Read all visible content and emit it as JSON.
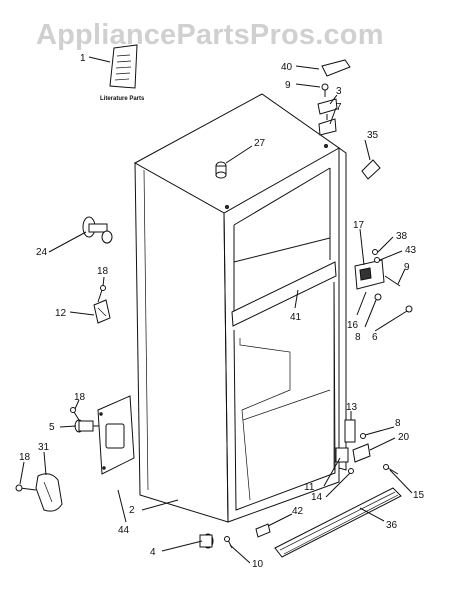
{
  "watermark": "AppliancePartsPros.com",
  "literature_caption": "Literature Parts",
  "callouts": [
    {
      "key": "c1",
      "label": "1"
    },
    {
      "key": "c40",
      "label": "40"
    },
    {
      "key": "c9a",
      "label": "9"
    },
    {
      "key": "c3",
      "label": "3"
    },
    {
      "key": "c7",
      "label": "7"
    },
    {
      "key": "c35",
      "label": "35"
    },
    {
      "key": "c27",
      "label": "27"
    },
    {
      "key": "c17",
      "label": "17"
    },
    {
      "key": "c38",
      "label": "38"
    },
    {
      "key": "c43",
      "label": "43"
    },
    {
      "key": "c9b",
      "label": "9"
    },
    {
      "key": "c24",
      "label": "24"
    },
    {
      "key": "c18a",
      "label": "18"
    },
    {
      "key": "c12",
      "label": "12"
    },
    {
      "key": "c41",
      "label": "41"
    },
    {
      "key": "c16",
      "label": "16"
    },
    {
      "key": "c8a",
      "label": "8"
    },
    {
      "key": "c6",
      "label": "6"
    },
    {
      "key": "c18b",
      "label": "18"
    },
    {
      "key": "c5",
      "label": "5"
    },
    {
      "key": "c31",
      "label": "31"
    },
    {
      "key": "c18c",
      "label": "18"
    },
    {
      "key": "c13",
      "label": "13"
    },
    {
      "key": "c8b",
      "label": "8"
    },
    {
      "key": "c20",
      "label": "20"
    },
    {
      "key": "c11",
      "label": "11"
    },
    {
      "key": "c14",
      "label": "14"
    },
    {
      "key": "c15",
      "label": "15"
    },
    {
      "key": "c2",
      "label": "2"
    },
    {
      "key": "c44",
      "label": "44"
    },
    {
      "key": "c42",
      "label": "42"
    },
    {
      "key": "c36",
      "label": "36"
    },
    {
      "key": "c4",
      "label": "4"
    },
    {
      "key": "c10",
      "label": "10"
    }
  ]
}
